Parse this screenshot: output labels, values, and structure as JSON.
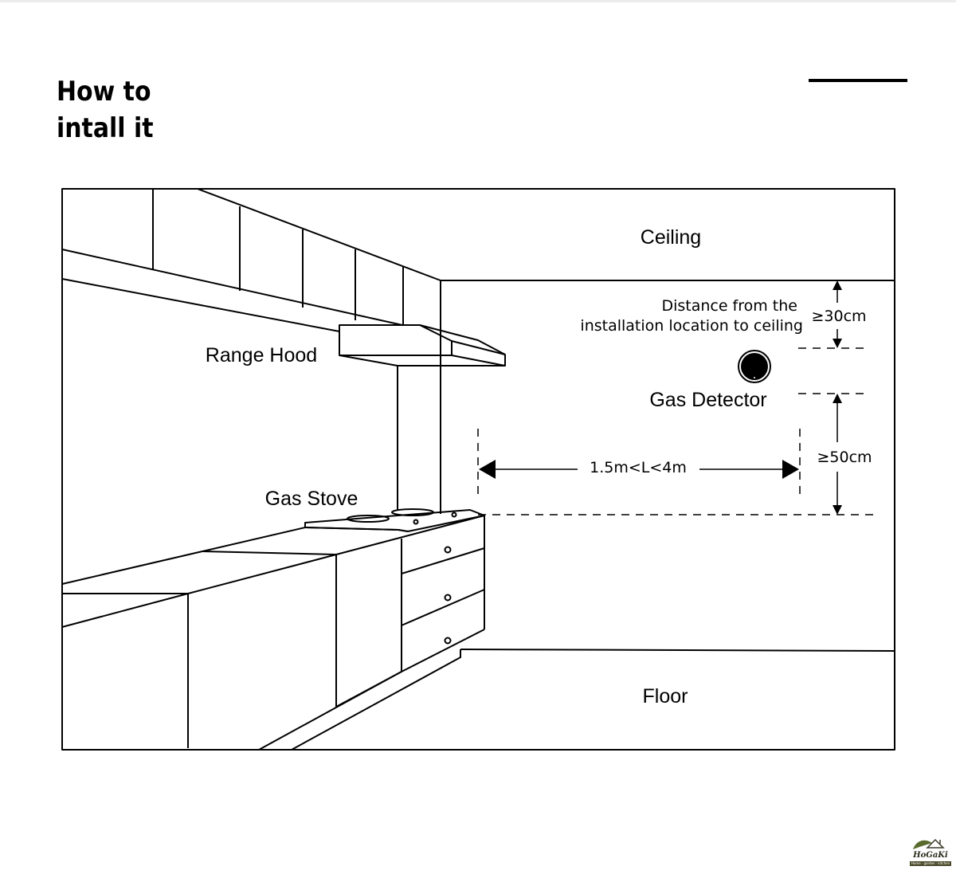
{
  "page": {
    "title_line1": "How to",
    "title_line2": "intall it"
  },
  "diagram": {
    "labels": {
      "ceiling": "Ceiling",
      "floor": "Floor",
      "range_hood": "Range Hood",
      "gas_stove": "Gas Stove",
      "gas_detector": "Gas Detector",
      "distance_line1": "Distance from the",
      "distance_line2": "installation location to ceiling",
      "ceiling_distance": "≥30cm",
      "stove_height": "≥50cm",
      "horizontal_range": "1.5m<L<4m"
    },
    "colors": {
      "stroke": "#000000",
      "background": "#ffffff"
    }
  },
  "logo": {
    "name": "HoGaKi",
    "tagline": "Home · garden · kitchen",
    "colors": {
      "leaf": "#5a6b2e",
      "text": "#2b2b1e"
    }
  }
}
